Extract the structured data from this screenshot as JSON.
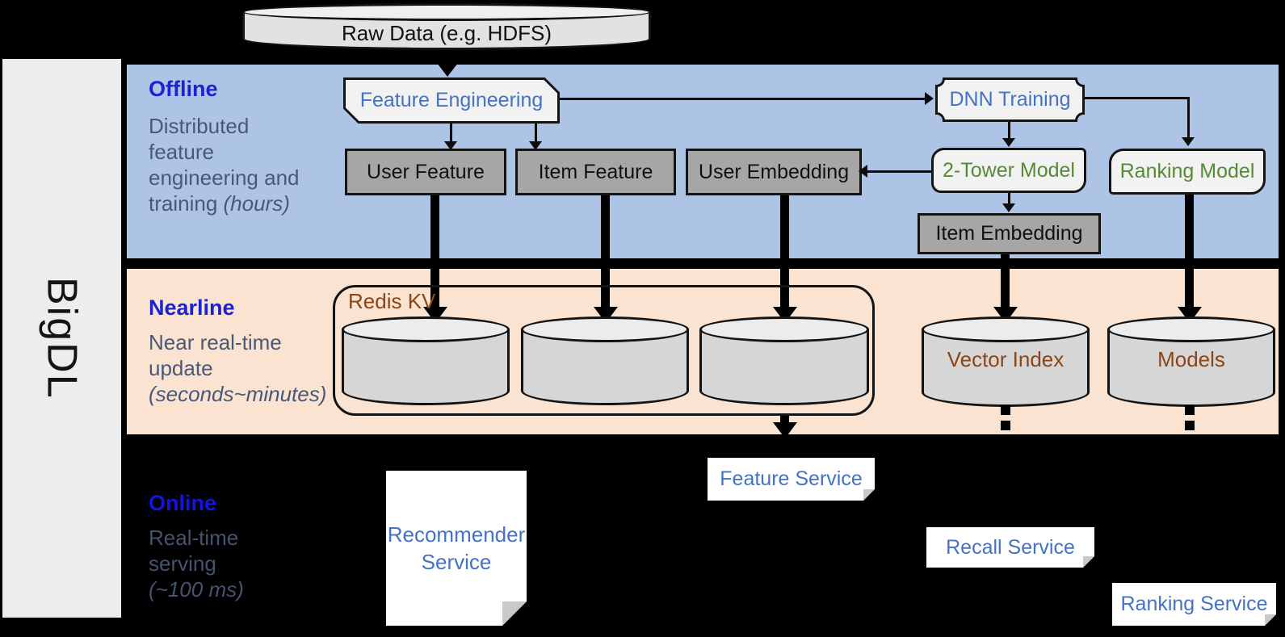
{
  "colors": {
    "background": "#000000",
    "offline_band": "#adc4e6",
    "nearline_band": "#fae3d0",
    "sidebar_fill": "#ededed",
    "lane_title_blue": "#1b22d0",
    "lane_desc_gray_blue": "#4a5878",
    "node_text_blue": "#4472c4",
    "node_text_green": "#568a35",
    "storage_text_brown": "#8c4513",
    "gray_node_fill": "#a6a6a6",
    "light_node_fill": "#f2f2f2",
    "cylinder_fill": "#d6d6d6"
  },
  "sidebar": {
    "brand": "BigDL"
  },
  "source": {
    "raw_data": "Raw Data (e.g. HDFS)"
  },
  "lanes": {
    "offline": {
      "title": "Offline",
      "line1": "Distributed",
      "line2": "feature",
      "line3": "engineering and",
      "line4": "training ",
      "line4_italic": "(hours)"
    },
    "nearline": {
      "title": "Nearline",
      "line1": "Near real-time",
      "line2": "update",
      "line3_italic": "(seconds~minutes)"
    },
    "online": {
      "title": "Online",
      "line1": "Real-time",
      "line2": "serving",
      "line3_italic": "(~100 ms)"
    }
  },
  "nodes": {
    "feature_engineering": "Feature Engineering",
    "dnn_training": "DNN Training",
    "user_feature": "User Feature",
    "item_feature": "Item Feature",
    "user_embedding": "User Embedding",
    "two_tower_model": "2-Tower Model",
    "ranking_model": "Ranking Model",
    "item_embedding": "Item Embedding",
    "redis_kv": "Redis KV",
    "vector_index": "Vector Index",
    "models": "Models",
    "recommender_line1": "Recommender",
    "recommender_line2": "Service",
    "feature_service": "Feature Service",
    "recall_service": "Recall Service",
    "ranking_service": "Ranking Service"
  }
}
